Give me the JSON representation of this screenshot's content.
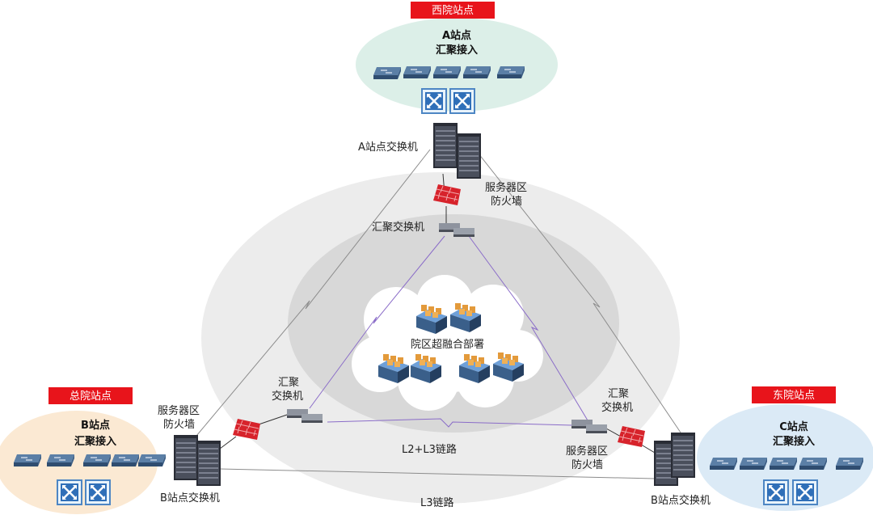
{
  "colors": {
    "site_label_bg": "#e8141b",
    "site_a_fill": "#dcefe8",
    "site_b_fill": "#fbe9d3",
    "site_c_fill": "#dbeaf6",
    "l3_ring": "#ebebeb",
    "l2l3_ring": "#d7d7d7",
    "purple_link": "#8a6cc8",
    "gray_link": "#8c8c8c"
  },
  "sites": {
    "west": {
      "tag": "西院站点",
      "title": "A站点",
      "subtitle": "汇聚接入",
      "switch_label": "A站点交换机",
      "fw_label_1": "服务器区",
      "fw_label_2": "防火墙",
      "agg_label": "汇聚交换机"
    },
    "main": {
      "tag": "总院站点",
      "title": "B站点",
      "subtitle": "汇聚接入",
      "switch_label": "B站点交换机",
      "fw_label_1": "服务器区",
      "fw_label_2": "防火墙",
      "agg_label_1": "汇聚",
      "agg_label_2": "交换机"
    },
    "east": {
      "tag": "东院站点",
      "title": "C站点",
      "subtitle": "汇聚接入",
      "switch_label": "B站点交换机",
      "fw_label_1": "服务器区",
      "fw_label_2": "防火墙",
      "agg_label_1": "汇聚",
      "agg_label_2": "交换机"
    }
  },
  "cloud": {
    "label": "院区超融合部署"
  },
  "links": {
    "l2l3": "L2+L3链路",
    "l3": "L3链路"
  },
  "icons": [
    "access-switch-icon",
    "core-switch-icon",
    "chassis-switch-icon",
    "firewall-icon",
    "aggregation-switch-icon",
    "server-cluster-icon",
    "cloud-icon"
  ]
}
